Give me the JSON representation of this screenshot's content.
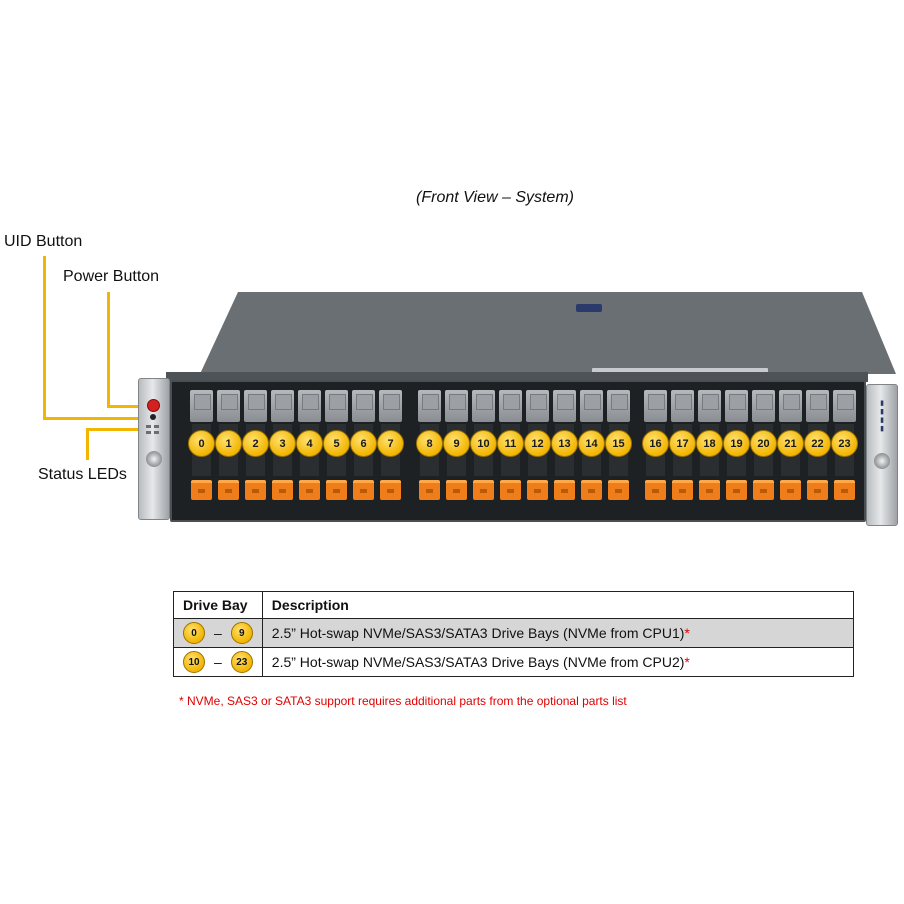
{
  "caption": "(Front View – System)",
  "callouts": {
    "uid_button": "UID Button",
    "power_button": "Power Button",
    "status_leds": "Status LEDs"
  },
  "drive_bays": [
    "0",
    "1",
    "2",
    "3",
    "4",
    "5",
    "6",
    "7",
    "8",
    "9",
    "10",
    "11",
    "12",
    "13",
    "14",
    "15",
    "16",
    "17",
    "18",
    "19",
    "20",
    "21",
    "22",
    "23"
  ],
  "colors": {
    "callout_line": "#f2b500",
    "bay_number": "#f2b500",
    "drive_latch": "#ee7d1a",
    "footnote": "#e00000"
  },
  "table": {
    "headers": [
      "Drive Bay",
      "Description"
    ],
    "rows": [
      {
        "from": "0",
        "dash": "–",
        "to": "9",
        "description": "2.5” Hot-swap NVMe/SAS3/SATA3 Drive Bays (NVMe from CPU1)",
        "asterisk": "*"
      },
      {
        "from": "10",
        "dash": "–",
        "to": "23",
        "description": "2.5” Hot-swap NVMe/SAS3/SATA3 Drive Bays (NVMe from CPU2)",
        "asterisk": "*"
      }
    ]
  },
  "footnote": "* NVMe, SAS3 or SATA3 support requires additional parts from the optional parts list"
}
